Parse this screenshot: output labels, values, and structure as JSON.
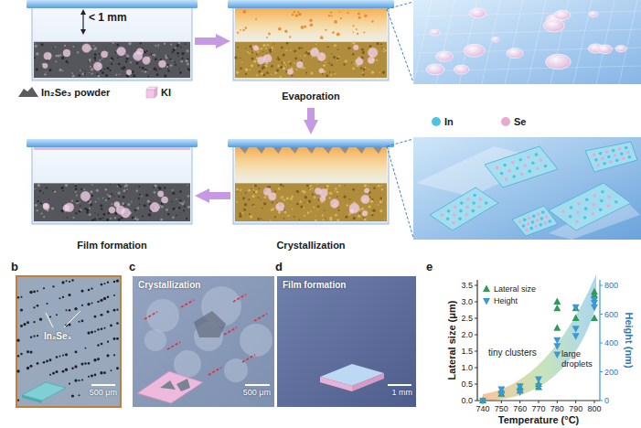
{
  "diagram": {
    "nodes": [
      {
        "text": [
          "< 1 mm"
        ]
      },
      {
        "text": [
          "Evaporation"
        ]
      },
      {
        "text": [
          "Crystallization"
        ]
      },
      {
        "text": [
          "Film formation"
        ]
      }
    ],
    "edges": [
      {
        "from": 0,
        "to": 1,
        "arrow": "to"
      },
      {
        "from": 1,
        "to": 2,
        "arrow": "to"
      },
      {
        "from": 2,
        "to": 3,
        "arrow": "to"
      }
    ],
    "labels": [
      "b",
      "c",
      "d",
      "e",
      "In₂Se₃",
      "500 μm",
      "Crystallization",
      "500 μm",
      "Film formation",
      "1 mm",
      "Lateral size (μm)",
      "Height (nm)",
      "Temperature (°C)",
      "0.0",
      "0.5",
      "1.0",
      "1.5",
      "2.0",
      "2.5",
      "3.0",
      "3.5",
      "0",
      "200",
      "400",
      "600",
      "800",
      "740",
      "750",
      "760",
      "770",
      "780",
      "790",
      "800",
      "tiny clusters",
      "large droplets"
    ],
    "legend": [
      {
        "text": "In₂Se₃ powder"
      },
      {
        "text": "KI"
      },
      {
        "text": "In",
        "color": "#4fc3df"
      },
      {
        "text": "Se",
        "color": "#e8a9cf"
      },
      {
        "text": "Lateral size",
        "color": "#2f9a5a"
      },
      {
        "text": "Height",
        "color": "#3a98d8"
      }
    ]
  }
}
